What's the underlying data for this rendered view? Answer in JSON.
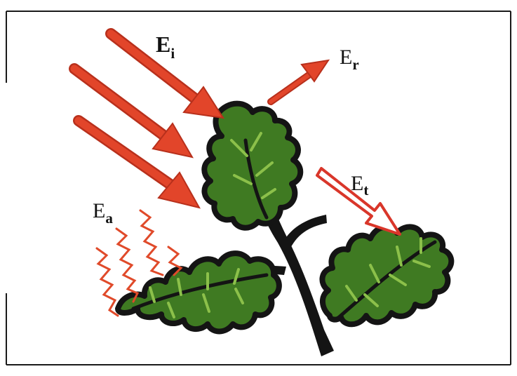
{
  "diagram": {
    "labels": {
      "incident": {
        "main": "E",
        "sub": "i"
      },
      "reflected": {
        "main": "E",
        "sub": "r"
      },
      "transmitted": {
        "main": "E",
        "sub": "t"
      },
      "absorbed": {
        "main": "E",
        "sub": "a"
      }
    },
    "colors": {
      "arrow_fill": "#e2452a",
      "arrow_outline": "#b8301c",
      "leaf_fill": "#3f7a22",
      "leaf_vein": "#8cc04a",
      "leaf_outline": "#141414",
      "stem": "#141414",
      "wavy": "#e04a2a",
      "hollow_arrow_outline": "#d9362a"
    },
    "icons": {
      "incident_arrows": "solid-red-arrow",
      "reflected_arrow": "solid-red-arrow",
      "transmitted_arrow": "hollow-red-arrow",
      "absorbed": "wavy-red-lines",
      "leaves": "oak-leaf"
    }
  }
}
